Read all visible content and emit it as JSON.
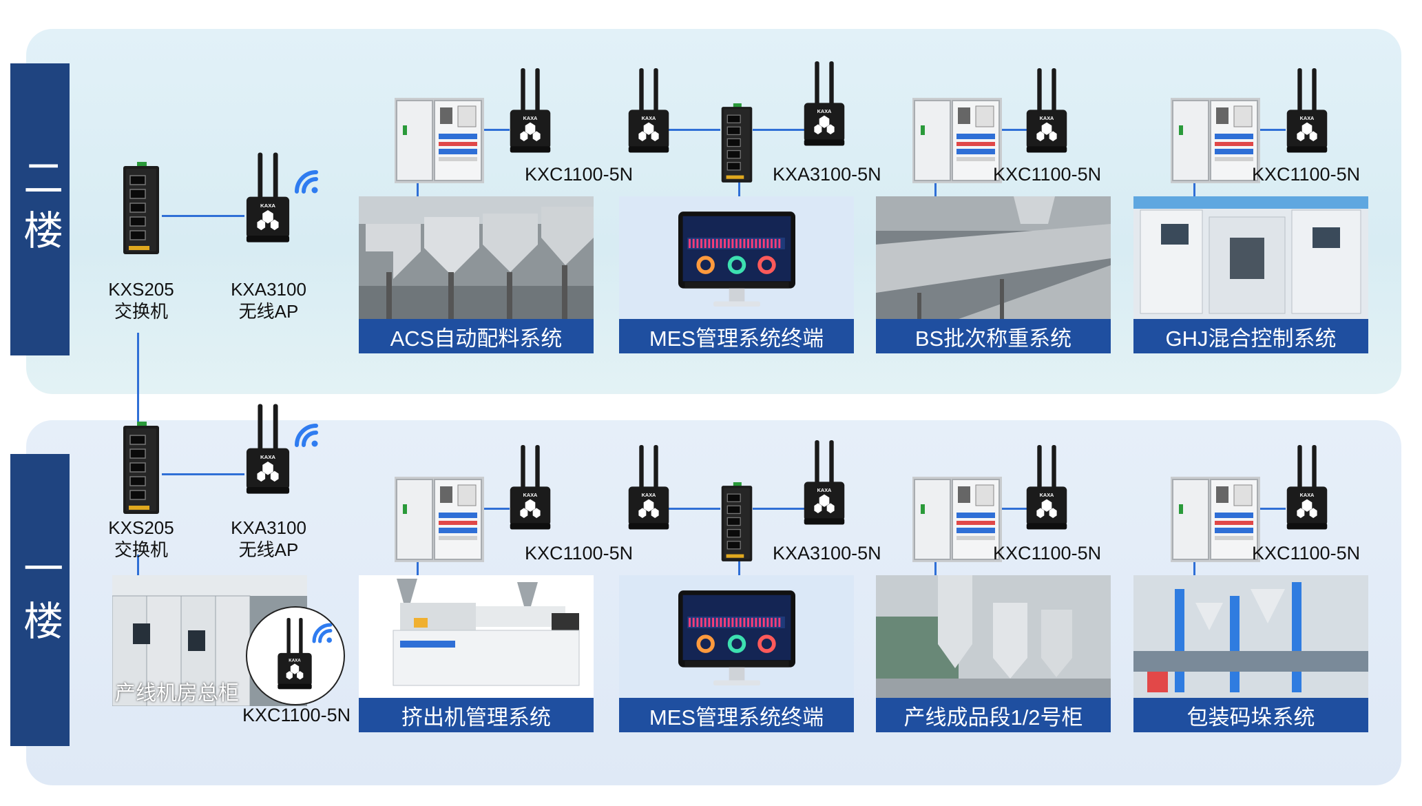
{
  "floors": [
    {
      "label": "二楼",
      "switch": {
        "model": "KXS205",
        "type": "交换机"
      },
      "ap": {
        "model": "KXA3100",
        "type": "无线AP"
      }
    },
    {
      "label": "一楼",
      "switch": {
        "model": "KXS205",
        "type": "交换机"
      },
      "ap": {
        "model": "KXA3100",
        "type": "无线AP"
      }
    }
  ],
  "upper": {
    "models": [
      "KXC1100-5N",
      "KXA3100-5N",
      "KXC1100-5N",
      "KXC1100-5N"
    ],
    "systems": [
      "ACS自动配料系统",
      "MES管理系统终端",
      "BS批次称重系统",
      "GHJ混合控制系统"
    ]
  },
  "lower": {
    "models": [
      "KXC1100-5N",
      "KXA3100-5N",
      "KXC1100-5N",
      "KXC1100-5N"
    ],
    "systems": [
      "挤出机管理系统",
      "MES管理系统终端",
      "产线成品段1/2号柜",
      "包装码垛系统"
    ],
    "room_label": "产线机房总柜",
    "room_device": "KXC1100-5N"
  },
  "device_brand": "KAXA",
  "colors": {
    "accent": "#1f4fa0",
    "floor_bar": "#1f4480",
    "link_line": "#2f6fd6",
    "wifi": "#2f7cf0"
  }
}
